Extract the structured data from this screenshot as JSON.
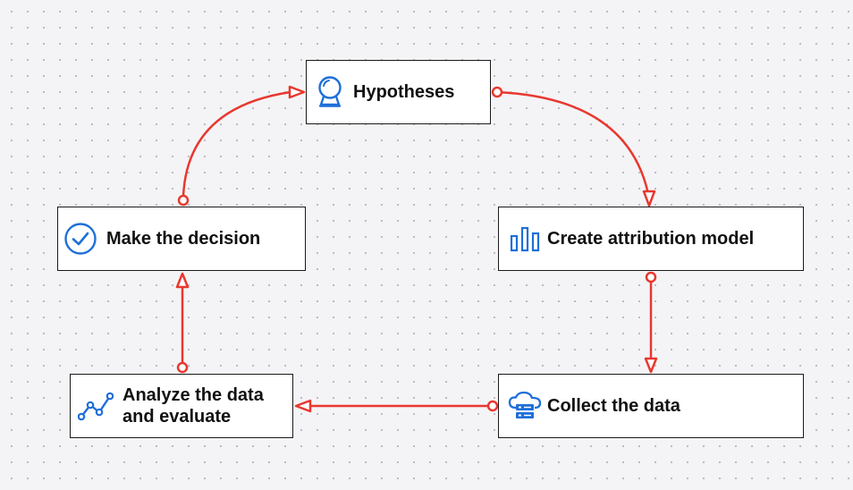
{
  "diagram": {
    "nodes": [
      {
        "id": "hypotheses",
        "label": "Hypotheses",
        "icon": "crystal-ball-icon"
      },
      {
        "id": "attribution",
        "label": "Create attribution model",
        "icon": "bar-chart-icon"
      },
      {
        "id": "collect",
        "label": "Collect the data",
        "icon": "cloud-server-icon"
      },
      {
        "id": "analyze",
        "label": "Analyze the data\nand evaluate",
        "icon": "line-chart-icon"
      },
      {
        "id": "decision",
        "label": "Make the decision",
        "icon": "check-circle-icon"
      }
    ],
    "edges": [
      {
        "from": "hypotheses",
        "to": "attribution"
      },
      {
        "from": "attribution",
        "to": "collect"
      },
      {
        "from": "collect",
        "to": "analyze"
      },
      {
        "from": "analyze",
        "to": "decision"
      },
      {
        "from": "decision",
        "to": "hypotheses"
      }
    ],
    "colors": {
      "connector": "#e8382f",
      "icon": "#1e6fd9",
      "node_border": "#1a1a1a",
      "node_fill": "#ffffff",
      "text": "#111111"
    }
  }
}
